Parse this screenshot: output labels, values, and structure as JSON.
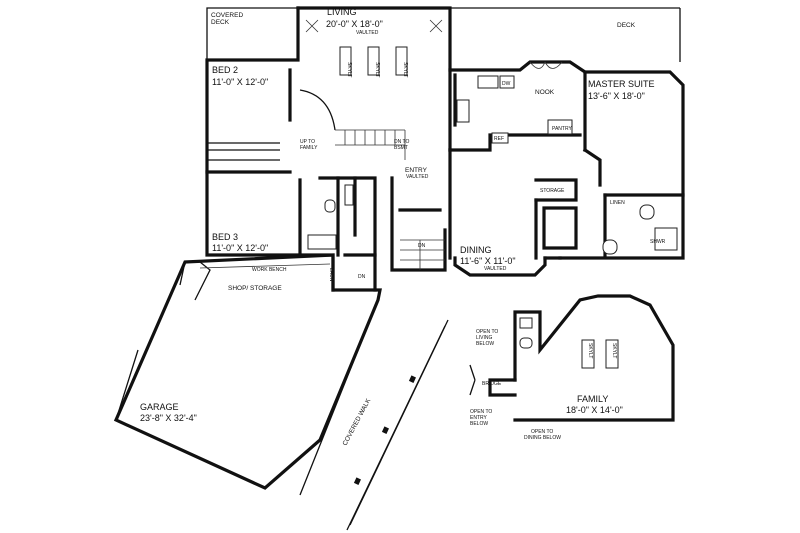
{
  "rooms": {
    "covered_deck": [
      "COVERED",
      "DECK"
    ],
    "living": {
      "name": "LIVING",
      "size": "20'-0\" X 18'-0\"",
      "note": "VAULTED"
    },
    "deck": "DECK",
    "bed2": {
      "name": "BED 2",
      "size": "11'-0\" X 12'-0\""
    },
    "nook": "NOOK",
    "master": {
      "name": "MASTER SUITE",
      "size": "13'-6\" X 18'-0\""
    },
    "entry": {
      "name": "ENTRY",
      "note": "VAULTED"
    },
    "bed3": {
      "name": "BED 3",
      "size": "11'-0\" X 12'-0\""
    },
    "dining": {
      "name": "DINING",
      "size": "11'-6\" X 11'-0\"",
      "note": "VAULTED"
    },
    "shop": "SHOP/ STORAGE",
    "garage": {
      "name": "GARAGE",
      "size": "23'-8\" X 32'-4\""
    },
    "family": {
      "name": "FAMILY",
      "size": "18'-0\" X 14'-0\""
    },
    "covered_walk": "COVERED WALK"
  },
  "notes": {
    "up_to_family": [
      "UP TO",
      "FAMILY"
    ],
    "dn_to_bsmt": [
      "DN TO",
      "BSMT"
    ],
    "dn": "DN",
    "work_bench": "WORK BENCH",
    "storage": "STORAGE",
    "linen": "LINEN",
    "pantry": "PANTRY",
    "ref": "REF",
    "dw": "DW",
    "shwr": "SHWR",
    "skylt": "SKYLT",
    "laun": "LAUN",
    "bridge": "BRIDGE",
    "open_living": [
      "OPEN TO",
      "LIVING",
      "BELOW"
    ],
    "open_entry": [
      "OPEN TO",
      "ENTRY",
      "BELOW"
    ],
    "open_dining": [
      "OPEN TO",
      "DINING BELOW"
    ]
  }
}
